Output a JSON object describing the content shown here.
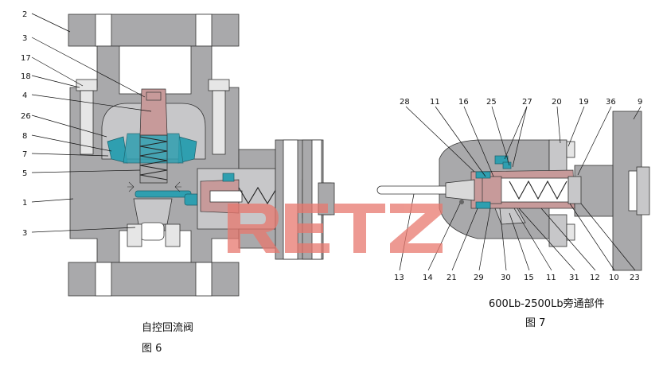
{
  "watermark": "RETZ",
  "figure6": {
    "title": "自控回流阀",
    "fig_label": "图 6",
    "part_labels": [
      "2",
      "3",
      "17",
      "18",
      "4",
      "26",
      "8",
      "7",
      "5",
      "1",
      "3"
    ]
  },
  "figure7": {
    "title": "600Lb-2500Lb旁通部件",
    "fig_label": "图 7",
    "top_labels": [
      "28",
      "11",
      "16",
      "25",
      "27",
      "20",
      "19",
      "36",
      "9"
    ],
    "bottom_labels": [
      "13",
      "14",
      "21",
      "29",
      "30",
      "15",
      "11",
      "31",
      "12",
      "10",
      "23"
    ]
  },
  "colors": {
    "body": "#a9a9ab",
    "red_parts": "#c79a9a",
    "teal_parts": "#2f9fb0",
    "watermark": "#e8786e"
  }
}
